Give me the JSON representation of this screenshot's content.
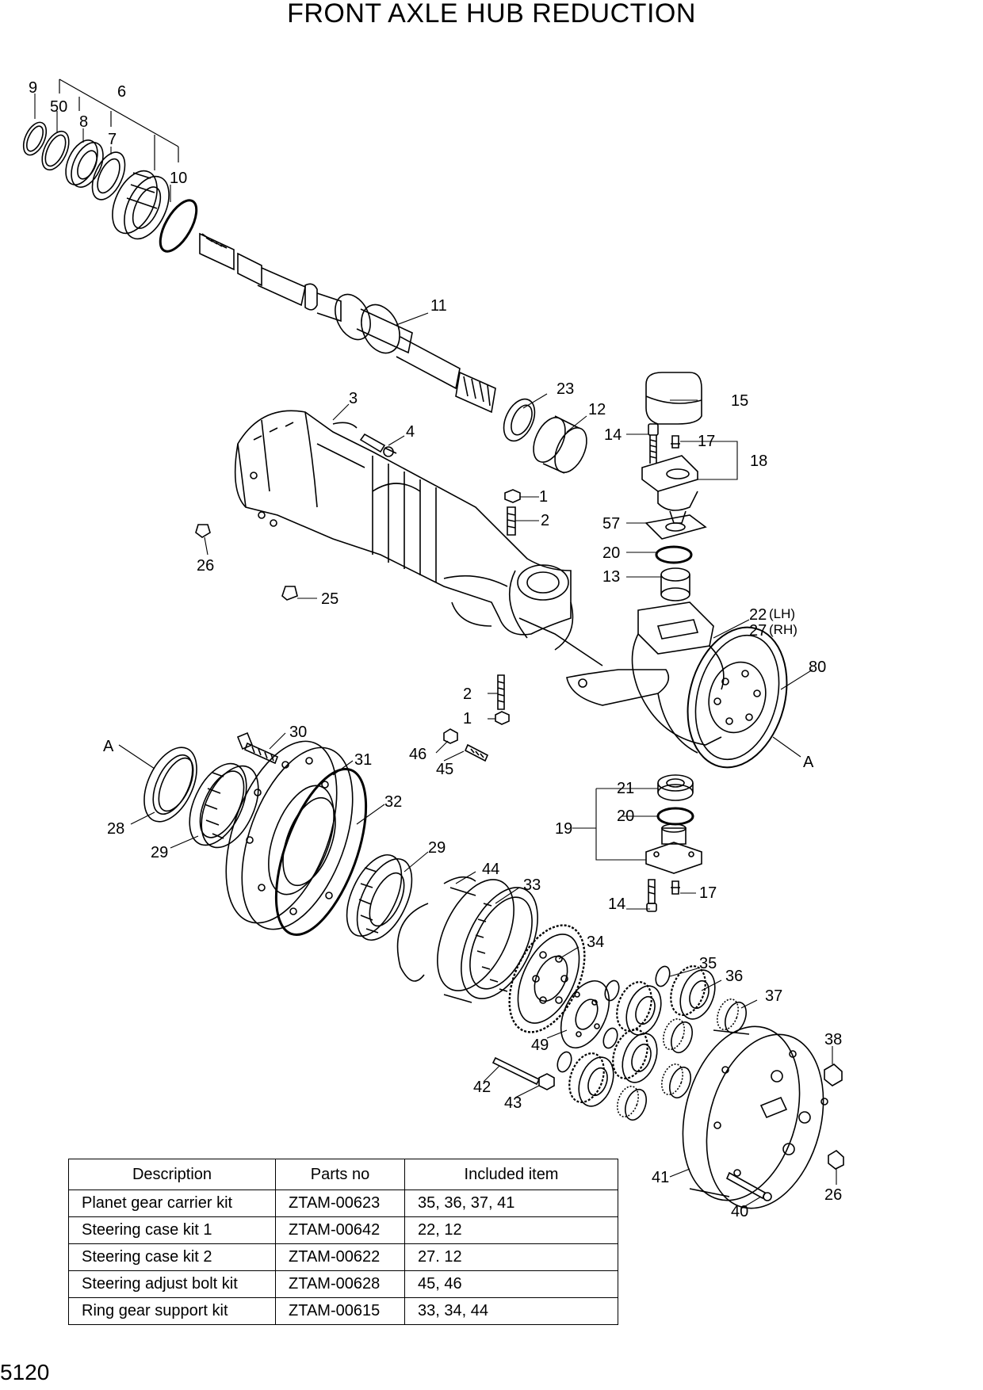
{
  "title": "FRONT AXLE HUB REDUCTION",
  "page_number": "5120",
  "callouts": {
    "c9": "9",
    "c50": "50",
    "c6": "6",
    "c8": "8",
    "c7": "7",
    "c10": "10",
    "c11": "11",
    "c3": "3",
    "c4": "4",
    "c23": "23",
    "c12": "12",
    "c15": "15",
    "c14a": "14",
    "c17a": "17",
    "c18": "18",
    "c1a": "1",
    "c2a": "2",
    "c57": "57",
    "c20a": "20",
    "c13": "13",
    "c26a": "26",
    "c25": "25",
    "c22": "22",
    "c22s": "(LH)",
    "c27": "27",
    "c27s": "(RH)",
    "c80": "80",
    "c2b": "2",
    "c1b": "1",
    "cA1": "A",
    "c30": "30",
    "c31": "31",
    "c46": "46",
    "c45": "45",
    "cA2": "A",
    "c21": "21",
    "c20b": "20",
    "c19": "19",
    "c28": "28",
    "c32": "32",
    "c29a": "29",
    "c29b": "29",
    "c44": "44",
    "c33": "33",
    "c14b": "14",
    "c17b": "17",
    "c34": "34",
    "c35": "35",
    "c36": "36",
    "c37": "37",
    "c38": "38",
    "c49": "49",
    "c42": "42",
    "c43": "43",
    "c41": "41",
    "c26b": "26",
    "c40": "40"
  },
  "table": {
    "headers": [
      "Description",
      "Parts no",
      "Included item"
    ],
    "rows": [
      {
        "description": "Planet gear carrier kit",
        "parts_no": "ZTAM-00623",
        "included": "35, 36, 37, 41"
      },
      {
        "description": "Steering case kit 1",
        "parts_no": "ZTAM-00642",
        "included": "22, 12"
      },
      {
        "description": "Steering case kit 2",
        "parts_no": "ZTAM-00622",
        "included": "27. 12"
      },
      {
        "description": "Steering adjust bolt kit",
        "parts_no": "ZTAM-00628",
        "included": "45, 46"
      },
      {
        "description": "Ring gear support kit",
        "parts_no": "ZTAM-00615",
        "included": "33, 34, 44"
      }
    ]
  }
}
